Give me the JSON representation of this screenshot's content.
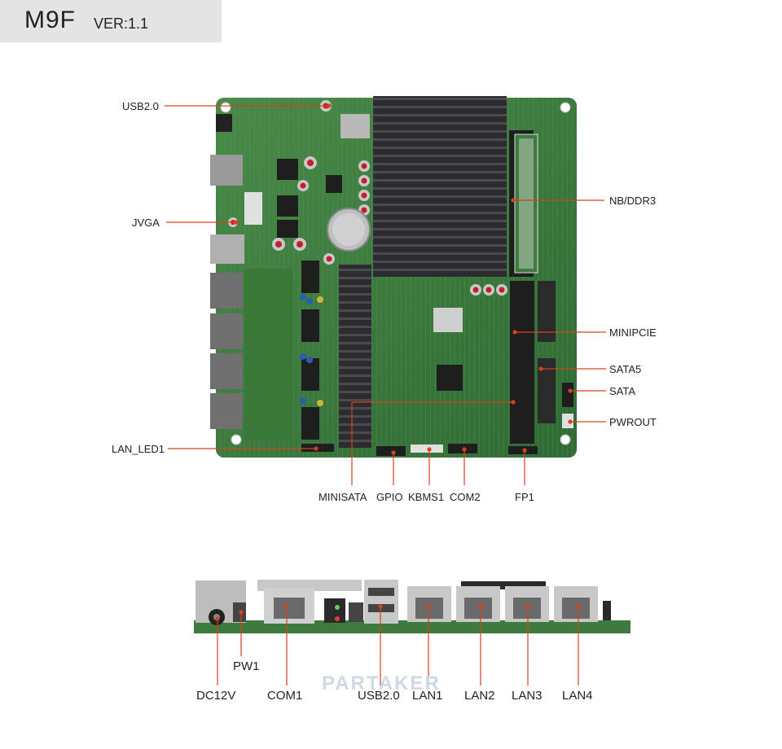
{
  "header": {
    "model": "M9F",
    "version": "VER:1.1"
  },
  "board_labels": {
    "usb20": "USB2.0",
    "jvga": "JVGA",
    "nb_ddr3": "NB/DDR3",
    "minipcie": "MINIPCIE",
    "sata5": "SATA5",
    "sata": "SATA",
    "pwrout": "PWROUT",
    "lan_led1": "LAN_LED1",
    "minisata": "MINISATA",
    "gpio": "GPIO",
    "kbms1": "KBMS1",
    "com2": "COM2",
    "fp1": "FP1"
  },
  "io_labels": {
    "dc12v": "DC12V",
    "pw1": "PW1",
    "com1": "COM1",
    "usb20": "USB2.0",
    "lan1": "LAN1",
    "lan2": "LAN2",
    "lan3": "LAN3",
    "lan4": "LAN4"
  },
  "watermark": "PARTAKER",
  "colors": {
    "pcb": "#3e7a3e",
    "leader": "#d8401e",
    "heatsink": "#2a2a2e"
  }
}
